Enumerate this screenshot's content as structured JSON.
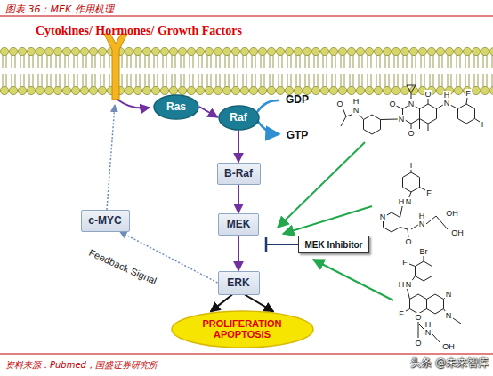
{
  "diagram": {
    "title": "图表 36：MEK 作用机理",
    "nodes": [
      {
        "text": [
          "Ras"
        ]
      },
      {
        "text": [
          "Raf"
        ]
      },
      {
        "text": [
          "B-Raf"
        ]
      },
      {
        "text": [
          "c-MYC"
        ]
      },
      {
        "text": [
          "MEK"
        ]
      },
      {
        "text": [
          "MEK Inhibitor"
        ]
      },
      {
        "text": [
          "ERK"
        ]
      },
      {
        "text": [
          "PROLIFERATION APOPTOSIS"
        ]
      }
    ],
    "edges": [
      {
        "from": 0,
        "to": 1,
        "arrow": "to"
      },
      {
        "from": 1,
        "to": 2,
        "arrow": "to"
      },
      {
        "from": 2,
        "to": 4,
        "arrow": "to"
      },
      {
        "from": 4,
        "to": 6,
        "arrow": "to"
      },
      {
        "from": 6,
        "to": 7,
        "arrow": "to"
      },
      {
        "from": 6,
        "to": 7,
        "arrow": "to"
      },
      {
        "from": 6,
        "to": 3,
        "arrow": "to"
      },
      {
        "from": 5,
        "to": 4,
        "arrow": "none"
      }
    ],
    "labels": [
      "Cytokines/ Hormones/ Growth Factors",
      "GDP",
      "GTP",
      "Feedback Signal",
      "资料来源：Pubmed，国盛证券研究所",
      "头条 @未来智库",
      "O",
      "H",
      "N",
      "N",
      "O",
      "O",
      "O",
      "N",
      "N",
      "H",
      "F",
      "I",
      "I",
      "F",
      "H",
      "N",
      "N",
      "O",
      "N",
      "H",
      "OH",
      "OH",
      "Br",
      "F",
      "H",
      "N",
      "F",
      "N",
      "N",
      "O",
      "N",
      "H",
      "O",
      "OH"
    ]
  }
}
